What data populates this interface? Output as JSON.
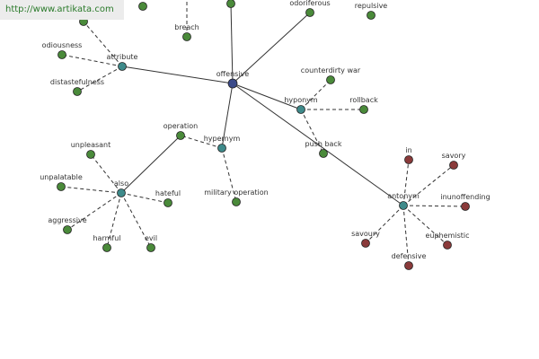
{
  "watermark": "http://www.artikata.com",
  "colors": {
    "center": "#3a4a8a",
    "relation": "#3e8a8a",
    "word": "#4a8a3a",
    "antonym_word": "#8a3a3a"
  },
  "nodes": [
    {
      "id": "top-left-a",
      "label": "",
      "type": "word"
    },
    {
      "id": "top-left-b",
      "label": "",
      "type": "word"
    },
    {
      "id": "top-mid",
      "label": "",
      "type": "word"
    },
    {
      "id": "breach",
      "label": "breach",
      "type": "word"
    },
    {
      "id": "odoriferous",
      "label": "odoriferous",
      "type": "word"
    },
    {
      "id": "repulsive",
      "label": "repulsive",
      "type": "word"
    },
    {
      "id": "odiousness",
      "label": "odiousness",
      "type": "word"
    },
    {
      "id": "attribute",
      "label": "attribute",
      "type": "relation"
    },
    {
      "id": "distastefulness",
      "label": "distastefulness",
      "type": "word"
    },
    {
      "id": "offensive",
      "label": "offensive",
      "type": "center"
    },
    {
      "id": "counterdirty-war",
      "label": "counterdirty war",
      "type": "word"
    },
    {
      "id": "hyponym",
      "label": "hyponym",
      "type": "relation"
    },
    {
      "id": "rollback",
      "label": "rollback",
      "type": "word"
    },
    {
      "id": "push-back",
      "label": "push back",
      "type": "word"
    },
    {
      "id": "operation",
      "label": "operation",
      "type": "word"
    },
    {
      "id": "hypernym",
      "label": "hypernym",
      "type": "relation"
    },
    {
      "id": "military-operation",
      "label": "military operation",
      "type": "word"
    },
    {
      "id": "unpleasant",
      "label": "unpleasant",
      "type": "word"
    },
    {
      "id": "unpalatable",
      "label": "unpalatable",
      "type": "word"
    },
    {
      "id": "also",
      "label": "also",
      "type": "relation"
    },
    {
      "id": "hateful",
      "label": "hateful",
      "type": "word"
    },
    {
      "id": "aggressive",
      "label": "aggressive",
      "type": "word"
    },
    {
      "id": "harmful",
      "label": "harmful",
      "type": "word"
    },
    {
      "id": "evil",
      "label": "evil",
      "type": "word"
    },
    {
      "id": "in",
      "label": "in",
      "type": "antonym_word"
    },
    {
      "id": "savory",
      "label": "savory",
      "type": "antonym_word"
    },
    {
      "id": "antonym",
      "label": "antonym",
      "type": "relation"
    },
    {
      "id": "inunoffending",
      "label": "inunoffending",
      "type": "antonym_word"
    },
    {
      "id": "savoury",
      "label": "savoury",
      "type": "antonym_word"
    },
    {
      "id": "euphemistic",
      "label": "euphemistic",
      "type": "antonym_word"
    },
    {
      "id": "defensive",
      "label": "defensive",
      "type": "antonym_word"
    }
  ],
  "edges": [
    {
      "from": "offensive",
      "to": "top-mid",
      "style": "solid"
    },
    {
      "from": "offensive",
      "to": "odoriferous",
      "style": "solid"
    },
    {
      "from": "offensive",
      "to": "attribute",
      "style": "solid"
    },
    {
      "from": "offensive",
      "to": "hyponym",
      "style": "solid"
    },
    {
      "from": "offensive",
      "to": "hypernym",
      "style": "solid"
    },
    {
      "from": "offensive",
      "to": "antonym",
      "style": "solid"
    },
    {
      "from": "attribute",
      "to": "top-left-a",
      "style": "dashed"
    },
    {
      "from": "attribute",
      "to": "odiousness",
      "style": "dashed"
    },
    {
      "from": "attribute",
      "to": "distastefulness",
      "style": "dashed"
    },
    {
      "from": "hyponym",
      "to": "counterdirty-war",
      "style": "dashed"
    },
    {
      "from": "hyponym",
      "to": "rollback",
      "style": "dashed"
    },
    {
      "from": "hyponym",
      "to": "push-back",
      "style": "dashed"
    },
    {
      "from": "hypernym",
      "to": "operation",
      "style": "dashed"
    },
    {
      "from": "hypernym",
      "to": "military-operation",
      "style": "dashed"
    },
    {
      "from": "operation",
      "to": "also",
      "style": "solid"
    },
    {
      "from": "also",
      "to": "unpleasant",
      "style": "dashed"
    },
    {
      "from": "also",
      "to": "unpalatable",
      "style": "dashed"
    },
    {
      "from": "also",
      "to": "hateful",
      "style": "dashed"
    },
    {
      "from": "also",
      "to": "aggressive",
      "style": "dashed"
    },
    {
      "from": "also",
      "to": "harmful",
      "style": "dashed"
    },
    {
      "from": "also",
      "to": "evil",
      "style": "dashed"
    },
    {
      "from": "antonym",
      "to": "in",
      "style": "dashed"
    },
    {
      "from": "antonym",
      "to": "savory",
      "style": "dashed"
    },
    {
      "from": "antonym",
      "to": "inunoffending",
      "style": "dashed"
    },
    {
      "from": "antonym",
      "to": "savoury",
      "style": "dashed"
    },
    {
      "from": "antonym",
      "to": "euphemistic",
      "style": "dashed"
    },
    {
      "from": "antonym",
      "to": "defensive",
      "style": "dashed"
    }
  ]
}
